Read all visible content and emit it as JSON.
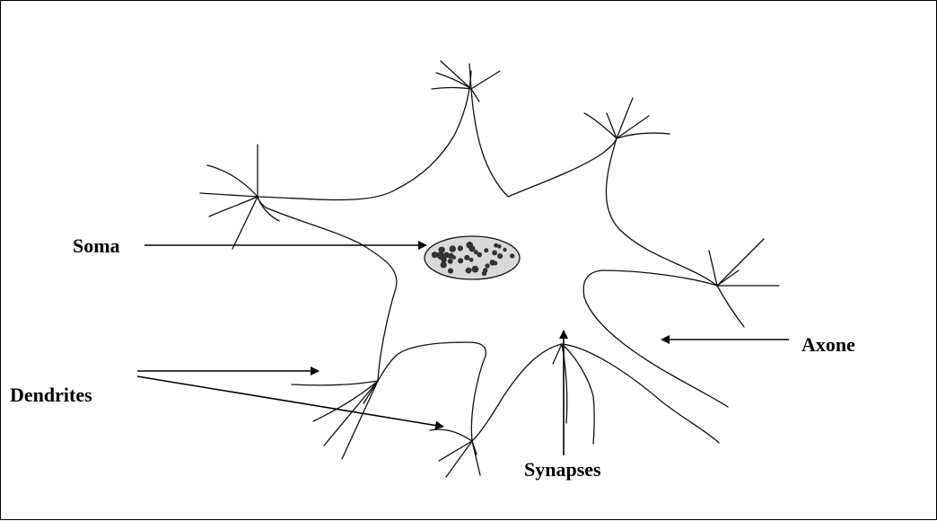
{
  "labels": {
    "soma": "Soma",
    "axone": "Axone",
    "dendrites": "Dendrites",
    "synapses": "Synapses"
  },
  "colors": {
    "line": "#111111",
    "nucleus_fill": "#d9d9d9",
    "nucleus_dots": "#333333"
  }
}
